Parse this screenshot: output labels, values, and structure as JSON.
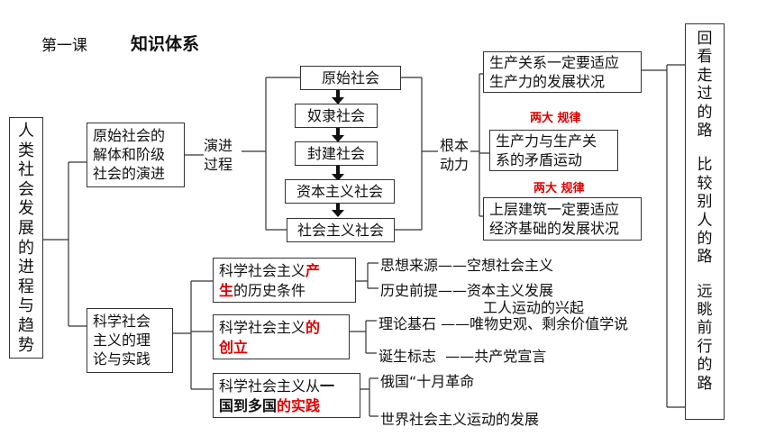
{
  "header": {
    "lesson": "第一课",
    "title": "知识体系"
  },
  "root": {
    "chars": [
      "人",
      "类",
      "社",
      "会",
      "发",
      "展",
      "的",
      "进",
      "程",
      "与",
      "趋",
      "势"
    ]
  },
  "branch1": {
    "label": "原始社会的解体和阶级社会的演进",
    "line1": "原始社会的",
    "line2": "解体和阶级",
    "line3": "社会的演进",
    "process_l1": "演进",
    "process_l2": "过程",
    "societies": [
      "原始社会",
      "奴隶社会",
      "封建社会",
      "资本主义社会",
      "社会主义社会"
    ],
    "motive_l1": "根本",
    "motive_l2": "动力",
    "laws": [
      {
        "l1": "生产关系一定要适应",
        "l2": "生产力的发展状况"
      },
      {
        "l1": "生产力与生产关",
        "l2": "系的矛盾运动"
      },
      {
        "l1": "上层建筑一定要适应",
        "l2": "经济基础的发展状况"
      }
    ],
    "law_tag": "两大 规律"
  },
  "branch2": {
    "line1": "科学社会",
    "line2": "主义的理",
    "line3": "论与实践",
    "sub1": {
      "a": "科学社会主义",
      "b": "产",
      "c": "生",
      "d": "的历史条件",
      "i1_label": "思想来源",
      "i1_value": "空想社会主义",
      "i2_label": "历史前提",
      "i2_value1": "资本主义发展",
      "i2_value2": "工人运动的兴起"
    },
    "sub2": {
      "a": "科学社会主义",
      "b": "的",
      "c": "创立",
      "i1_label": "理论基石",
      "i1_value": "唯物史观、剩余价值学说",
      "i2_label": "诞生标志",
      "i2_value": "共产党宣言"
    },
    "sub3": {
      "a": "科学社会主义从",
      "b": "一",
      "c": "国到多国",
      "d": "的实践",
      "i1": "俄国“十月革命",
      "i2": "世界社会主义运动的发展"
    },
    "dash": "——"
  },
  "right": {
    "chars": [
      "回",
      "看",
      "走",
      "过",
      "的",
      "路",
      "",
      "比",
      "较",
      "别",
      "人",
      "的",
      "路",
      "",
      "远",
      "眺",
      "前",
      "行",
      "的",
      "路"
    ]
  }
}
